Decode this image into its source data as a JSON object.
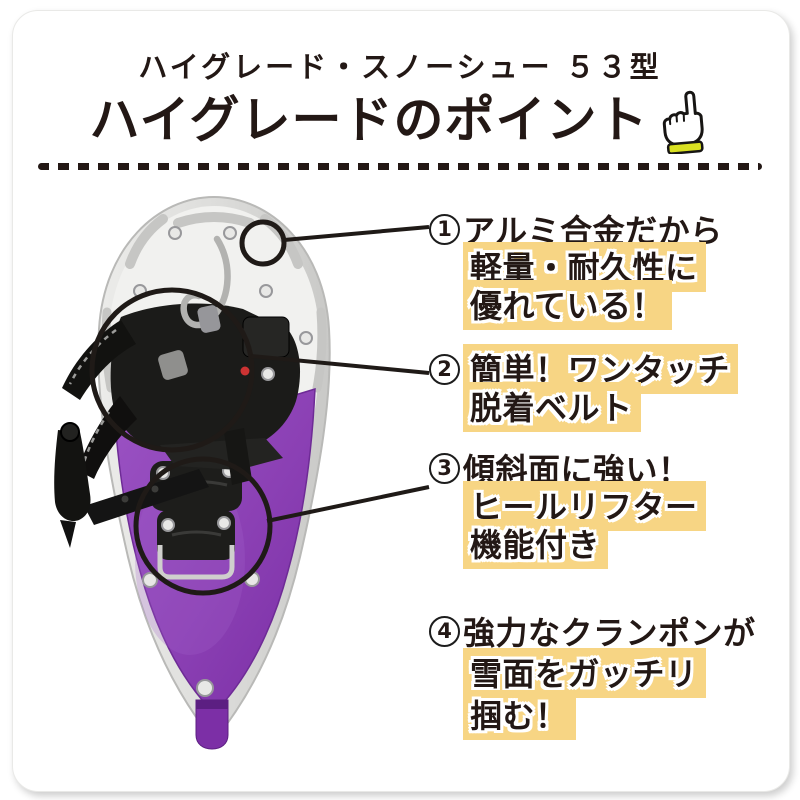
{
  "header": {
    "subtitle": "ハイグレード・スノーシュー ５３型",
    "title": "ハイグレードのポイント"
  },
  "points": [
    {
      "number": "1",
      "lines": [
        {
          "text": "アルミ合金だから",
          "highlight": false
        },
        {
          "text": "軽量・耐久性に",
          "highlight": true
        },
        {
          "text": "優れている！",
          "highlight": true
        }
      ]
    },
    {
      "number": "2",
      "lines": [
        {
          "text": "簡単！ワンタッチ",
          "highlight": true
        },
        {
          "text": "脱着ベルト",
          "highlight": true
        }
      ]
    },
    {
      "number": "3",
      "lines": [
        {
          "text": "傾斜面に強い！",
          "highlight": false
        },
        {
          "text": "ヒールリフター",
          "highlight": true
        },
        {
          "text": "機能付き",
          "highlight": true
        }
      ]
    },
    {
      "number": "4",
      "lines": [
        {
          "text": "強力なクランポンが",
          "highlight": false
        },
        {
          "text": "雪面をガッチリ",
          "highlight": true
        },
        {
          "text": "掴む！",
          "highlight": true
        }
      ]
    }
  ],
  "icons": {
    "pointing_hand": "pointing-hand-icon"
  },
  "colors": {
    "highlight": "#F7D584",
    "purple": "#8B40B4",
    "purple_dark": "#6E2B96",
    "cuff": "#D9E021",
    "ink": "#231815",
    "line": "#1F1A17",
    "silver": "#E2E2E0"
  }
}
